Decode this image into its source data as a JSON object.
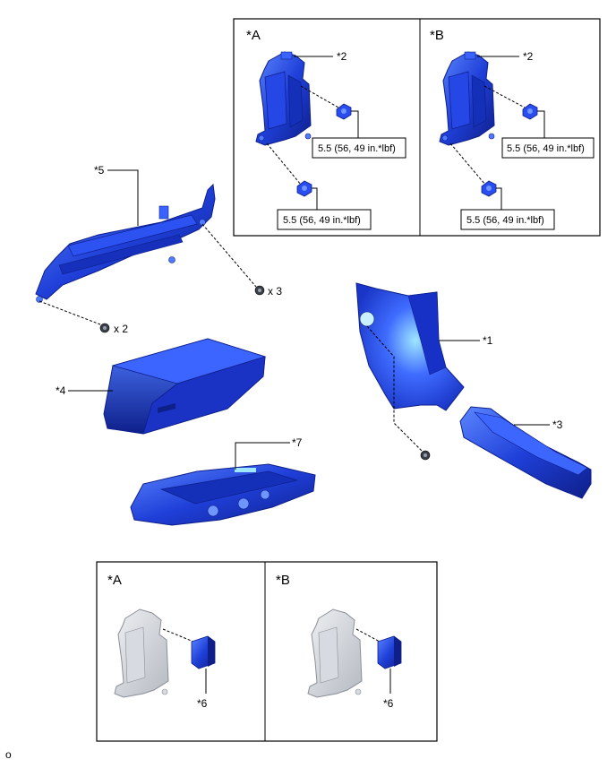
{
  "colors": {
    "part_blue": "#1f3fd8",
    "part_blue_dark": "#0e1f8a",
    "part_blue_light": "#4f7bff",
    "highlight_cyan": "#9fe6ff",
    "bracket_gray": "#c9ccd2",
    "line": "#000000"
  },
  "labels": {
    "p1": "*1",
    "p2a": "*2",
    "p2b": "*2",
    "p3": "*3",
    "p4": "*4",
    "p5": "*5",
    "p6a": "*6",
    "p6b": "*6",
    "p7": "*7",
    "qty_x3": "x 3",
    "qty_x2": "x 2",
    "footer_code": "o"
  },
  "panels": {
    "top_a": "*A",
    "top_b": "*B",
    "bottom_a": "*A",
    "bottom_b": "*B"
  },
  "torque": {
    "top_a_upper": "5.5 (56, 49 in.*lbf)",
    "top_a_lower": "5.5 (56, 49 in.*lbf)",
    "top_b_upper": "5.5 (56, 49 in.*lbf)",
    "top_b_lower": "5.5 (56, 49 in.*lbf)"
  }
}
